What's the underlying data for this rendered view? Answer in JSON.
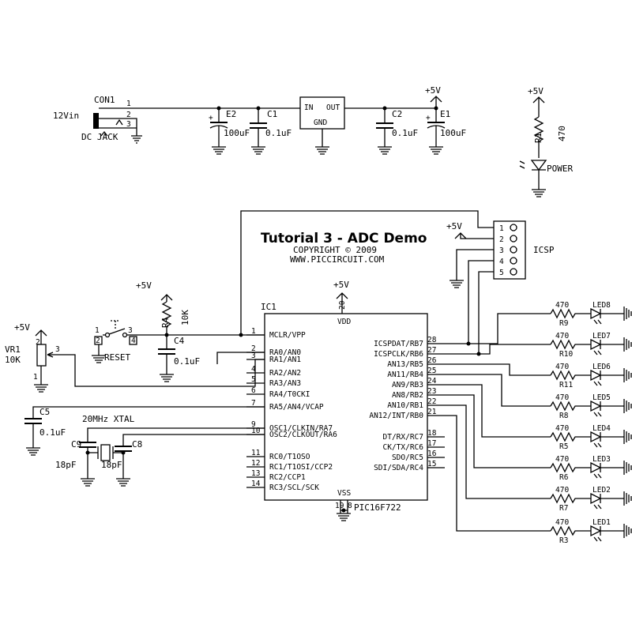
{
  "title": "Tutorial 3 - ADC Demo",
  "copyright": "COPYRIGHT © 2009",
  "website": "WWW.PICCIRCUIT.COM",
  "power": {
    "input_label": "12Vin",
    "connector": "CON1",
    "jack_label": "DC  JACK",
    "jack_pins": [
      "1",
      "2",
      "3"
    ],
    "e2": "E2",
    "e2_value": "100uF",
    "c1": "C1",
    "c1_value": "0.1uF",
    "reg_in": "IN",
    "reg_out": "OUT",
    "reg_gnd": "GND",
    "c2": "C2",
    "c2_value": "0.1uF",
    "e1": "E1",
    "e1_value": "100uF",
    "vcc": "+5V"
  },
  "power_led": {
    "vcc": "+5V",
    "r": "R1",
    "r_value": "470",
    "led": "POWER"
  },
  "icsp": {
    "label": "ICSP",
    "vcc": "+5V",
    "pins": [
      "1",
      "2",
      "3",
      "4",
      "5"
    ]
  },
  "mcu": {
    "ref": "IC1",
    "part": "PIC16F722",
    "vdd": "VDD",
    "vdd_pin": "20",
    "vdd_supply": "+5V",
    "vss": "VSS",
    "vss_pins": [
      "19",
      "8"
    ],
    "left_pins": [
      {
        "num": "1",
        "name": "MCLR/VPP"
      },
      {
        "num": "2",
        "name": "RA0/AN0"
      },
      {
        "num": "3",
        "name": "RA1/AN1"
      },
      {
        "num": "4",
        "name": "RA2/AN2"
      },
      {
        "num": "5",
        "name": "RA3/AN3"
      },
      {
        "num": "6",
        "name": "RA4/T0CKI"
      },
      {
        "num": "7",
        "name": "RA5/AN4/VCAP"
      },
      {
        "num": "9",
        "name": "OSC1/CLKIN/RA7"
      },
      {
        "num": "10",
        "name": "OSC2/CLKOUT/RA6"
      },
      {
        "num": "11",
        "name": "RC0/T1OSO"
      },
      {
        "num": "12",
        "name": "RC1/T1OSI/CCP2"
      },
      {
        "num": "13",
        "name": "RC2/CCP1"
      },
      {
        "num": "14",
        "name": "RC3/SCL/SCK"
      }
    ],
    "right_pins": [
      {
        "num": "28",
        "name": "ICSPDAT/RB7"
      },
      {
        "num": "27",
        "name": "ICSPCLK/RB6"
      },
      {
        "num": "26",
        "name": "AN13/RB5"
      },
      {
        "num": "25",
        "name": "AN11/RB4"
      },
      {
        "num": "24",
        "name": "AN9/RB3"
      },
      {
        "num": "23",
        "name": "AN8/RB2"
      },
      {
        "num": "22",
        "name": "AN10/RB1"
      },
      {
        "num": "21",
        "name": "AN12/INT/RB0"
      },
      {
        "num": "18",
        "name": "DT/RX/RC7"
      },
      {
        "num": "17",
        "name": "CK/TX/RC6"
      },
      {
        "num": "16",
        "name": "SDO/RC5"
      },
      {
        "num": "15",
        "name": "SDI/SDA/RC4"
      }
    ]
  },
  "reset": {
    "vcc": "+5V",
    "r": "R4",
    "r_value": "10K",
    "c": "C4",
    "c_value": "0.1uF",
    "label": "RESET",
    "switch_pins": [
      "1",
      "2",
      "3",
      "4"
    ]
  },
  "pot": {
    "vcc": "+5V",
    "ref": "VR1",
    "value": "10K",
    "pins": [
      "1",
      "2",
      "3"
    ]
  },
  "c5": {
    "ref": "C5",
    "value": "0.1uF"
  },
  "xtal": {
    "label": "20MHz XTAL",
    "c9": "C9",
    "c9_value": "18pF",
    "c8": "C8",
    "c8_value": "18pF"
  },
  "leds": [
    {
      "r": "R9",
      "r_value": "470",
      "led": "LED8"
    },
    {
      "r": "R10",
      "r_value": "470",
      "led": "LED7"
    },
    {
      "r": "R11",
      "r_value": "470",
      "led": "LED6"
    },
    {
      "r": "R8",
      "r_value": "470",
      "led": "LED5"
    },
    {
      "r": "R5",
      "r_value": "470",
      "led": "LED4"
    },
    {
      "r": "R6",
      "r_value": "470",
      "led": "LED3"
    },
    {
      "r": "R7",
      "r_value": "470",
      "led": "LED2"
    },
    {
      "r": "R3",
      "r_value": "470",
      "led": "LED1"
    }
  ]
}
